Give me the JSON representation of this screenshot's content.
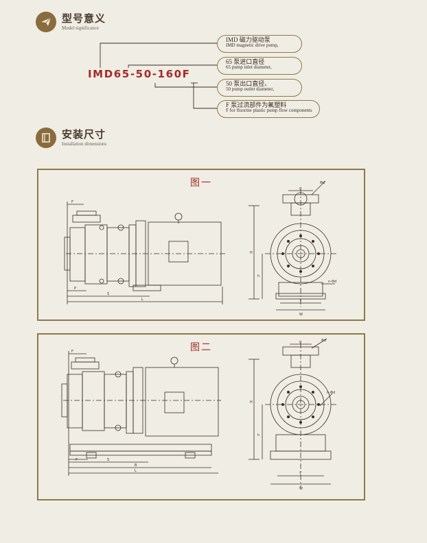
{
  "section1": {
    "title_cn": "型号意义",
    "title_en": "Model significance"
  },
  "section2": {
    "title_cn": "安装尺寸",
    "title_en": "Installation dimensions"
  },
  "model_code": "IMD65-50-160F",
  "meanings": [
    {
      "cn": "IMD 磁力驱动泵",
      "en": "IMD magnetic drive pump,"
    },
    {
      "cn": "65 泵进口直径",
      "en": "65 pump inlet diameter,"
    },
    {
      "cn": "50 泵出口直径、",
      "en": "50 pump outlet diameter,"
    },
    {
      "cn": "F 泵过流部件为氟塑料",
      "en": "F for fluorine plastic pump flow components"
    }
  ],
  "figure1": {
    "title": "图一",
    "dims": {
      "F": "F",
      "P": "P",
      "S": "S",
      "L": "L",
      "H": "H",
      "h": "h",
      "T": "T",
      "W": "W",
      "g": "g",
      "phi": "n-Φd",
      "phid": "Φd"
    }
  },
  "figure2": {
    "title": "图二",
    "dims": {
      "F": "F",
      "P": "P",
      "S": "S",
      "B": "B",
      "L": "L",
      "H": "H",
      "h": "h",
      "T": "T",
      "W": "W",
      "g": "g",
      "phid": "Φd",
      "phi": "n-Φd"
    }
  },
  "colors": {
    "background": "#efede4",
    "accent": "#a52a2a",
    "border": "#8c7a48",
    "badge": "#8a6b3c"
  }
}
